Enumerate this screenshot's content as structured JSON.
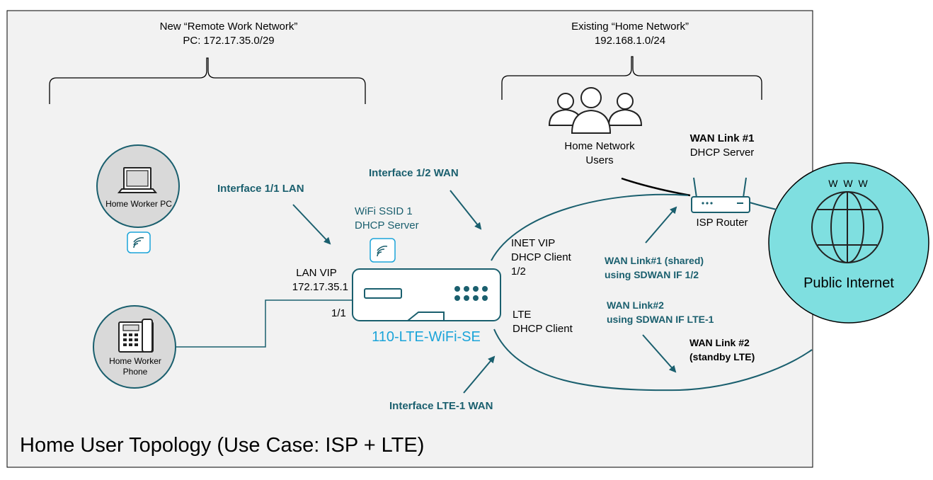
{
  "remote_network": {
    "line1": "New “Remote Work Network”",
    "line2": "PC: 172.17.35.0/29"
  },
  "home_network": {
    "line1": "Existing “Home Network”",
    "line2": "192.168.1.0/24"
  },
  "home_users": {
    "line1": "Home Network",
    "line2": "Users"
  },
  "wan_link1": {
    "line1": "WAN Link #1",
    "line2": "DHCP Server"
  },
  "isp_router": "ISP Router",
  "public_internet": {
    "label": "Public Internet",
    "globe_text": "W W W"
  },
  "home_worker_pc": "Home Worker PC",
  "home_worker_phone": {
    "line1": "Home Worker",
    "line2": "Phone"
  },
  "interface_11_lan": "Interface 1/1 LAN",
  "interface_12_wan": "Interface 1/2 WAN",
  "wifi": {
    "line1": "WiFi SSID 1",
    "line2": "DHCP Server"
  },
  "lan_vip": {
    "line1": "LAN VIP",
    "line2": "172.17.35.1"
  },
  "port_11": "1/1",
  "device_name": "110-LTE-WiFi-SE",
  "inet_vip": {
    "line1": "INET VIP",
    "line2": "DHCP Client",
    "line3": "1/2"
  },
  "lte": {
    "line1": "LTE",
    "line2": "DHCP Client"
  },
  "wan_shared": {
    "line1": "WAN Link#1 (shared)",
    "line2": "using SDWAN IF 1/2"
  },
  "wan_lte": {
    "line1": "WAN Link#2",
    "line2": "using SDWAN IF LTE-1"
  },
  "wan_standby": {
    "line1": "WAN Link #2",
    "line2": "(standby LTE)"
  },
  "interface_lte_wan": "Interface LTE-1 WAN",
  "title": "Home User Topology (Use Case: ISP + LTE)",
  "colors": {
    "teal_text": "#1a5f6e",
    "device_blue": "#1ba4d9",
    "globe_fill": "#7fdfe0",
    "panel_bg": "#f2f2f2",
    "icon_circle": "#d9d9d9"
  }
}
